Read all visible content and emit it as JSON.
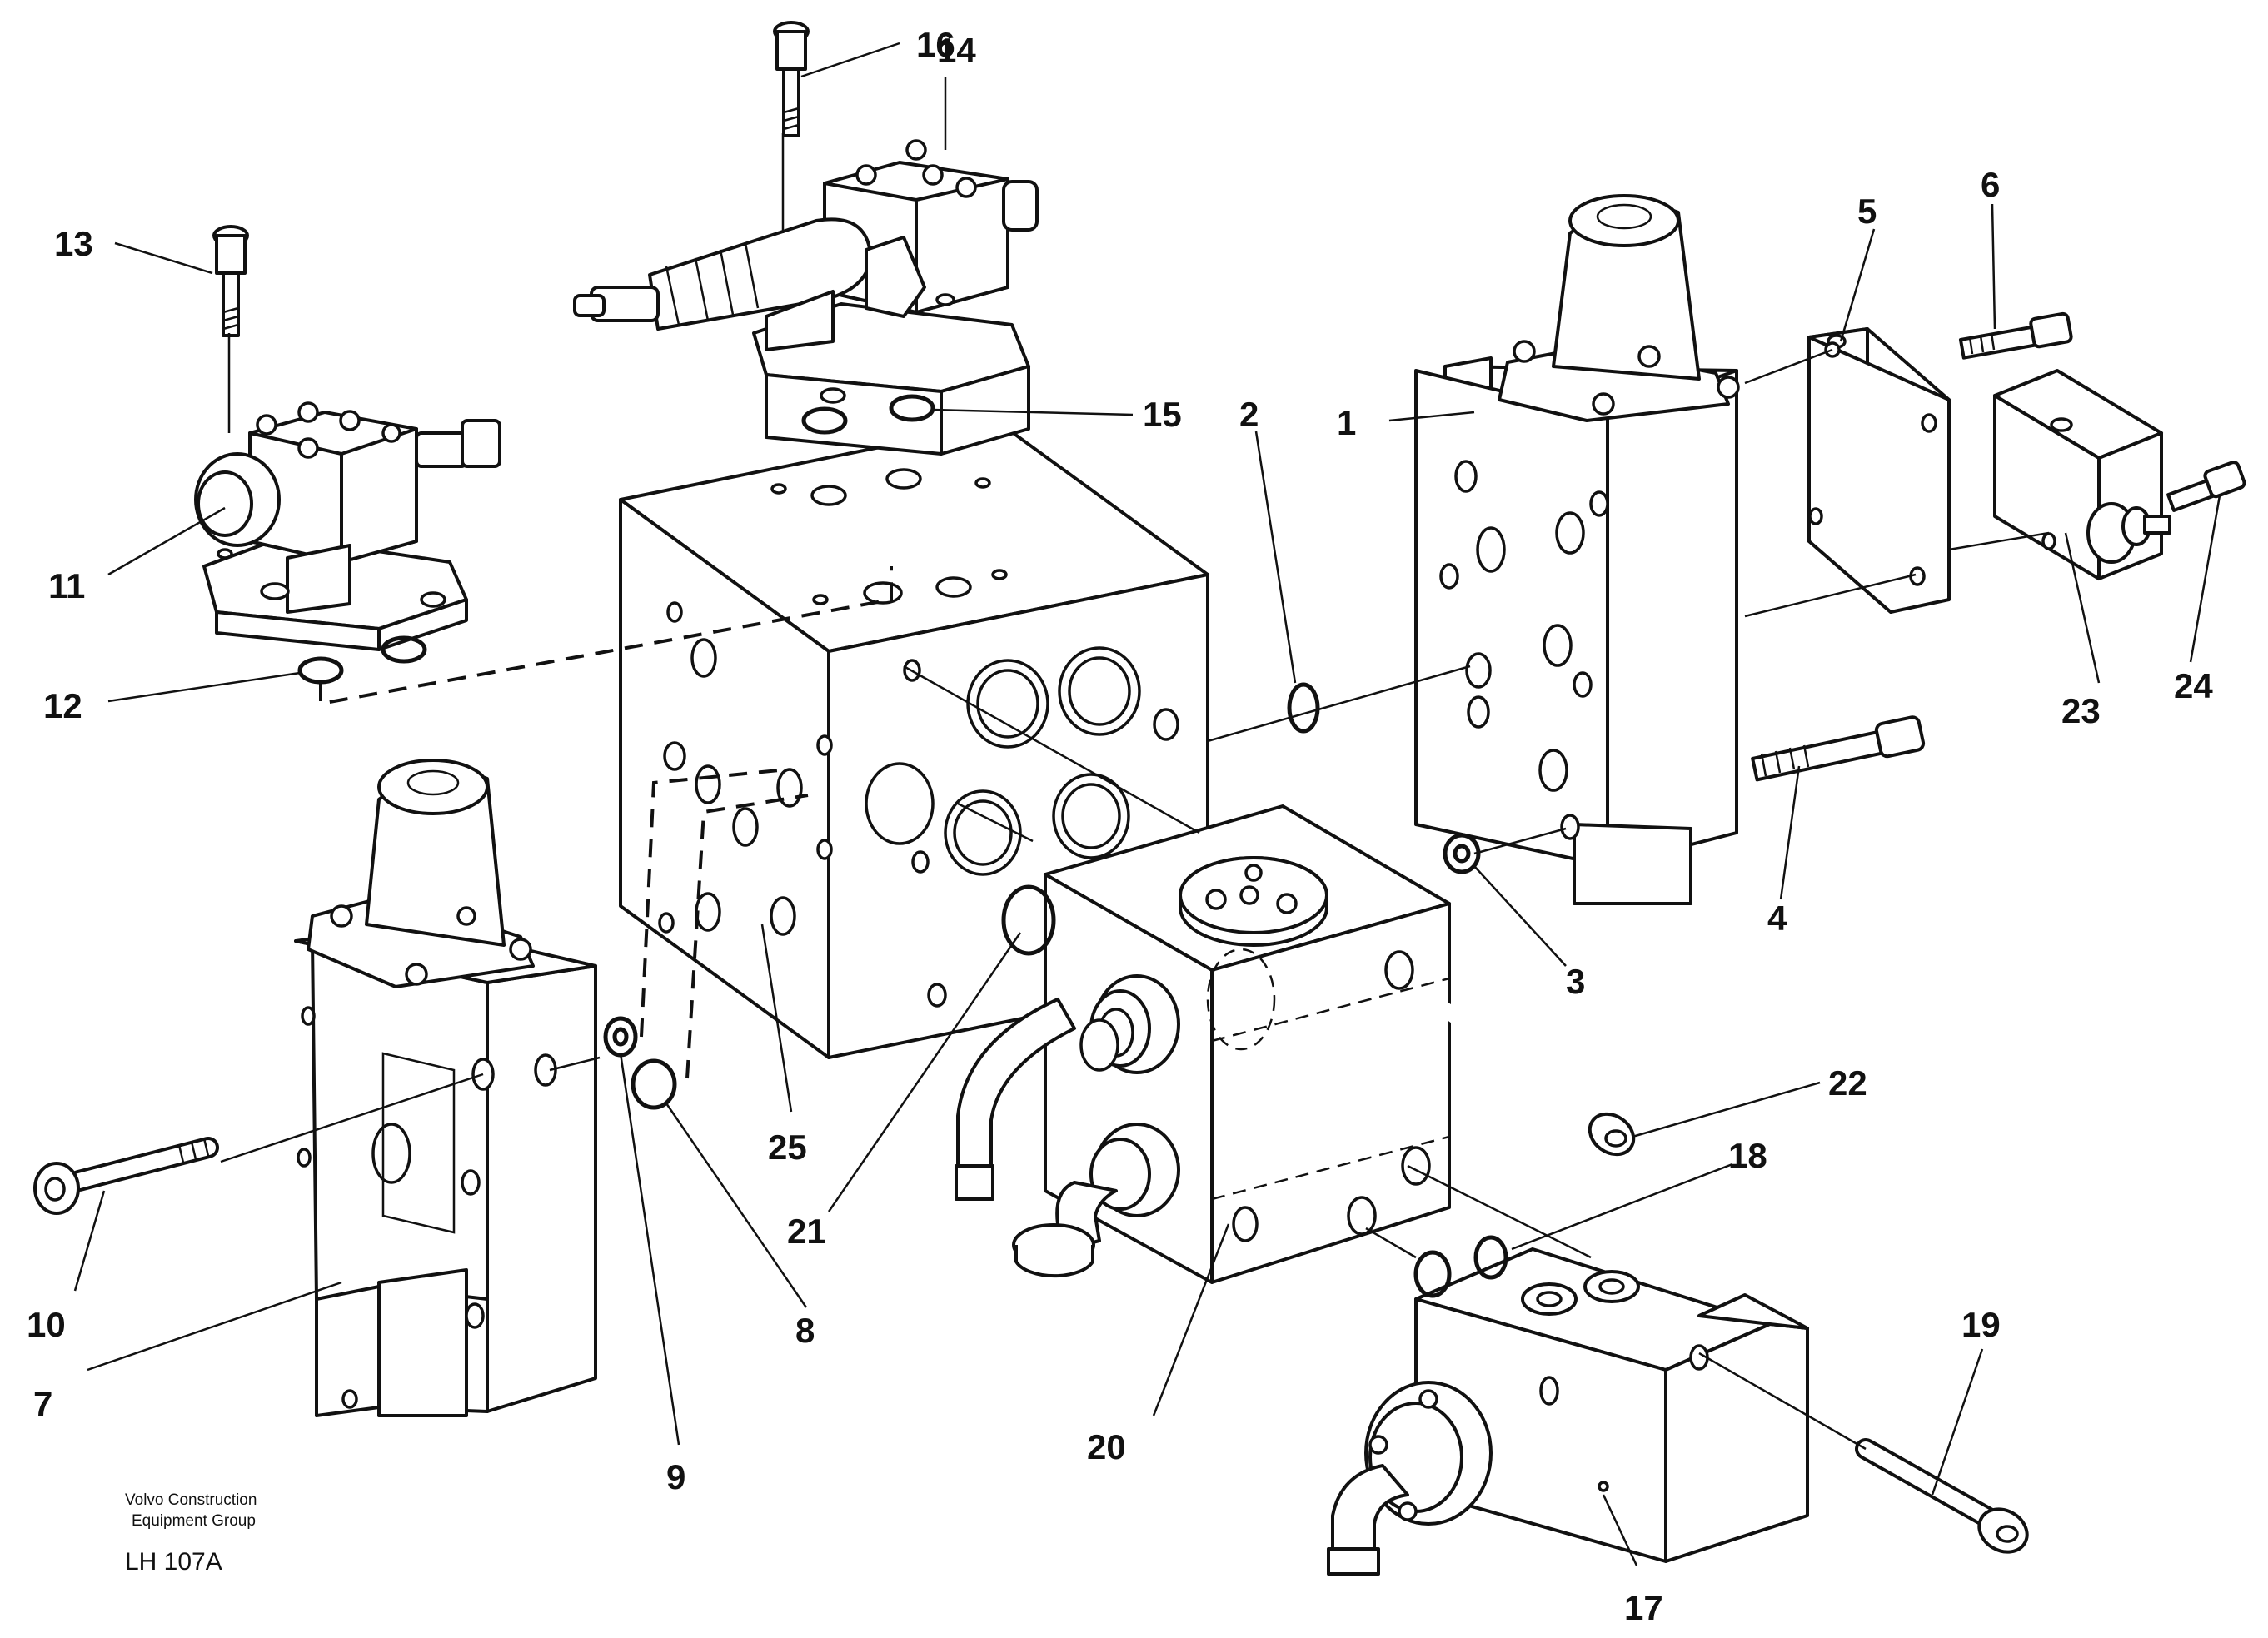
{
  "footer": {
    "company_line1": "Volvo Construction",
    "company_line2": "Equipment Group",
    "drawing_number": "LH 107A"
  },
  "callouts": [
    "1",
    "2",
    "3",
    "4",
    "5",
    "6",
    "7",
    "8",
    "9",
    "10",
    "11",
    "12",
    "13",
    "14",
    "15",
    "16",
    "17",
    "18",
    "19",
    "20",
    "21",
    "22",
    "23",
    "24",
    "25"
  ]
}
